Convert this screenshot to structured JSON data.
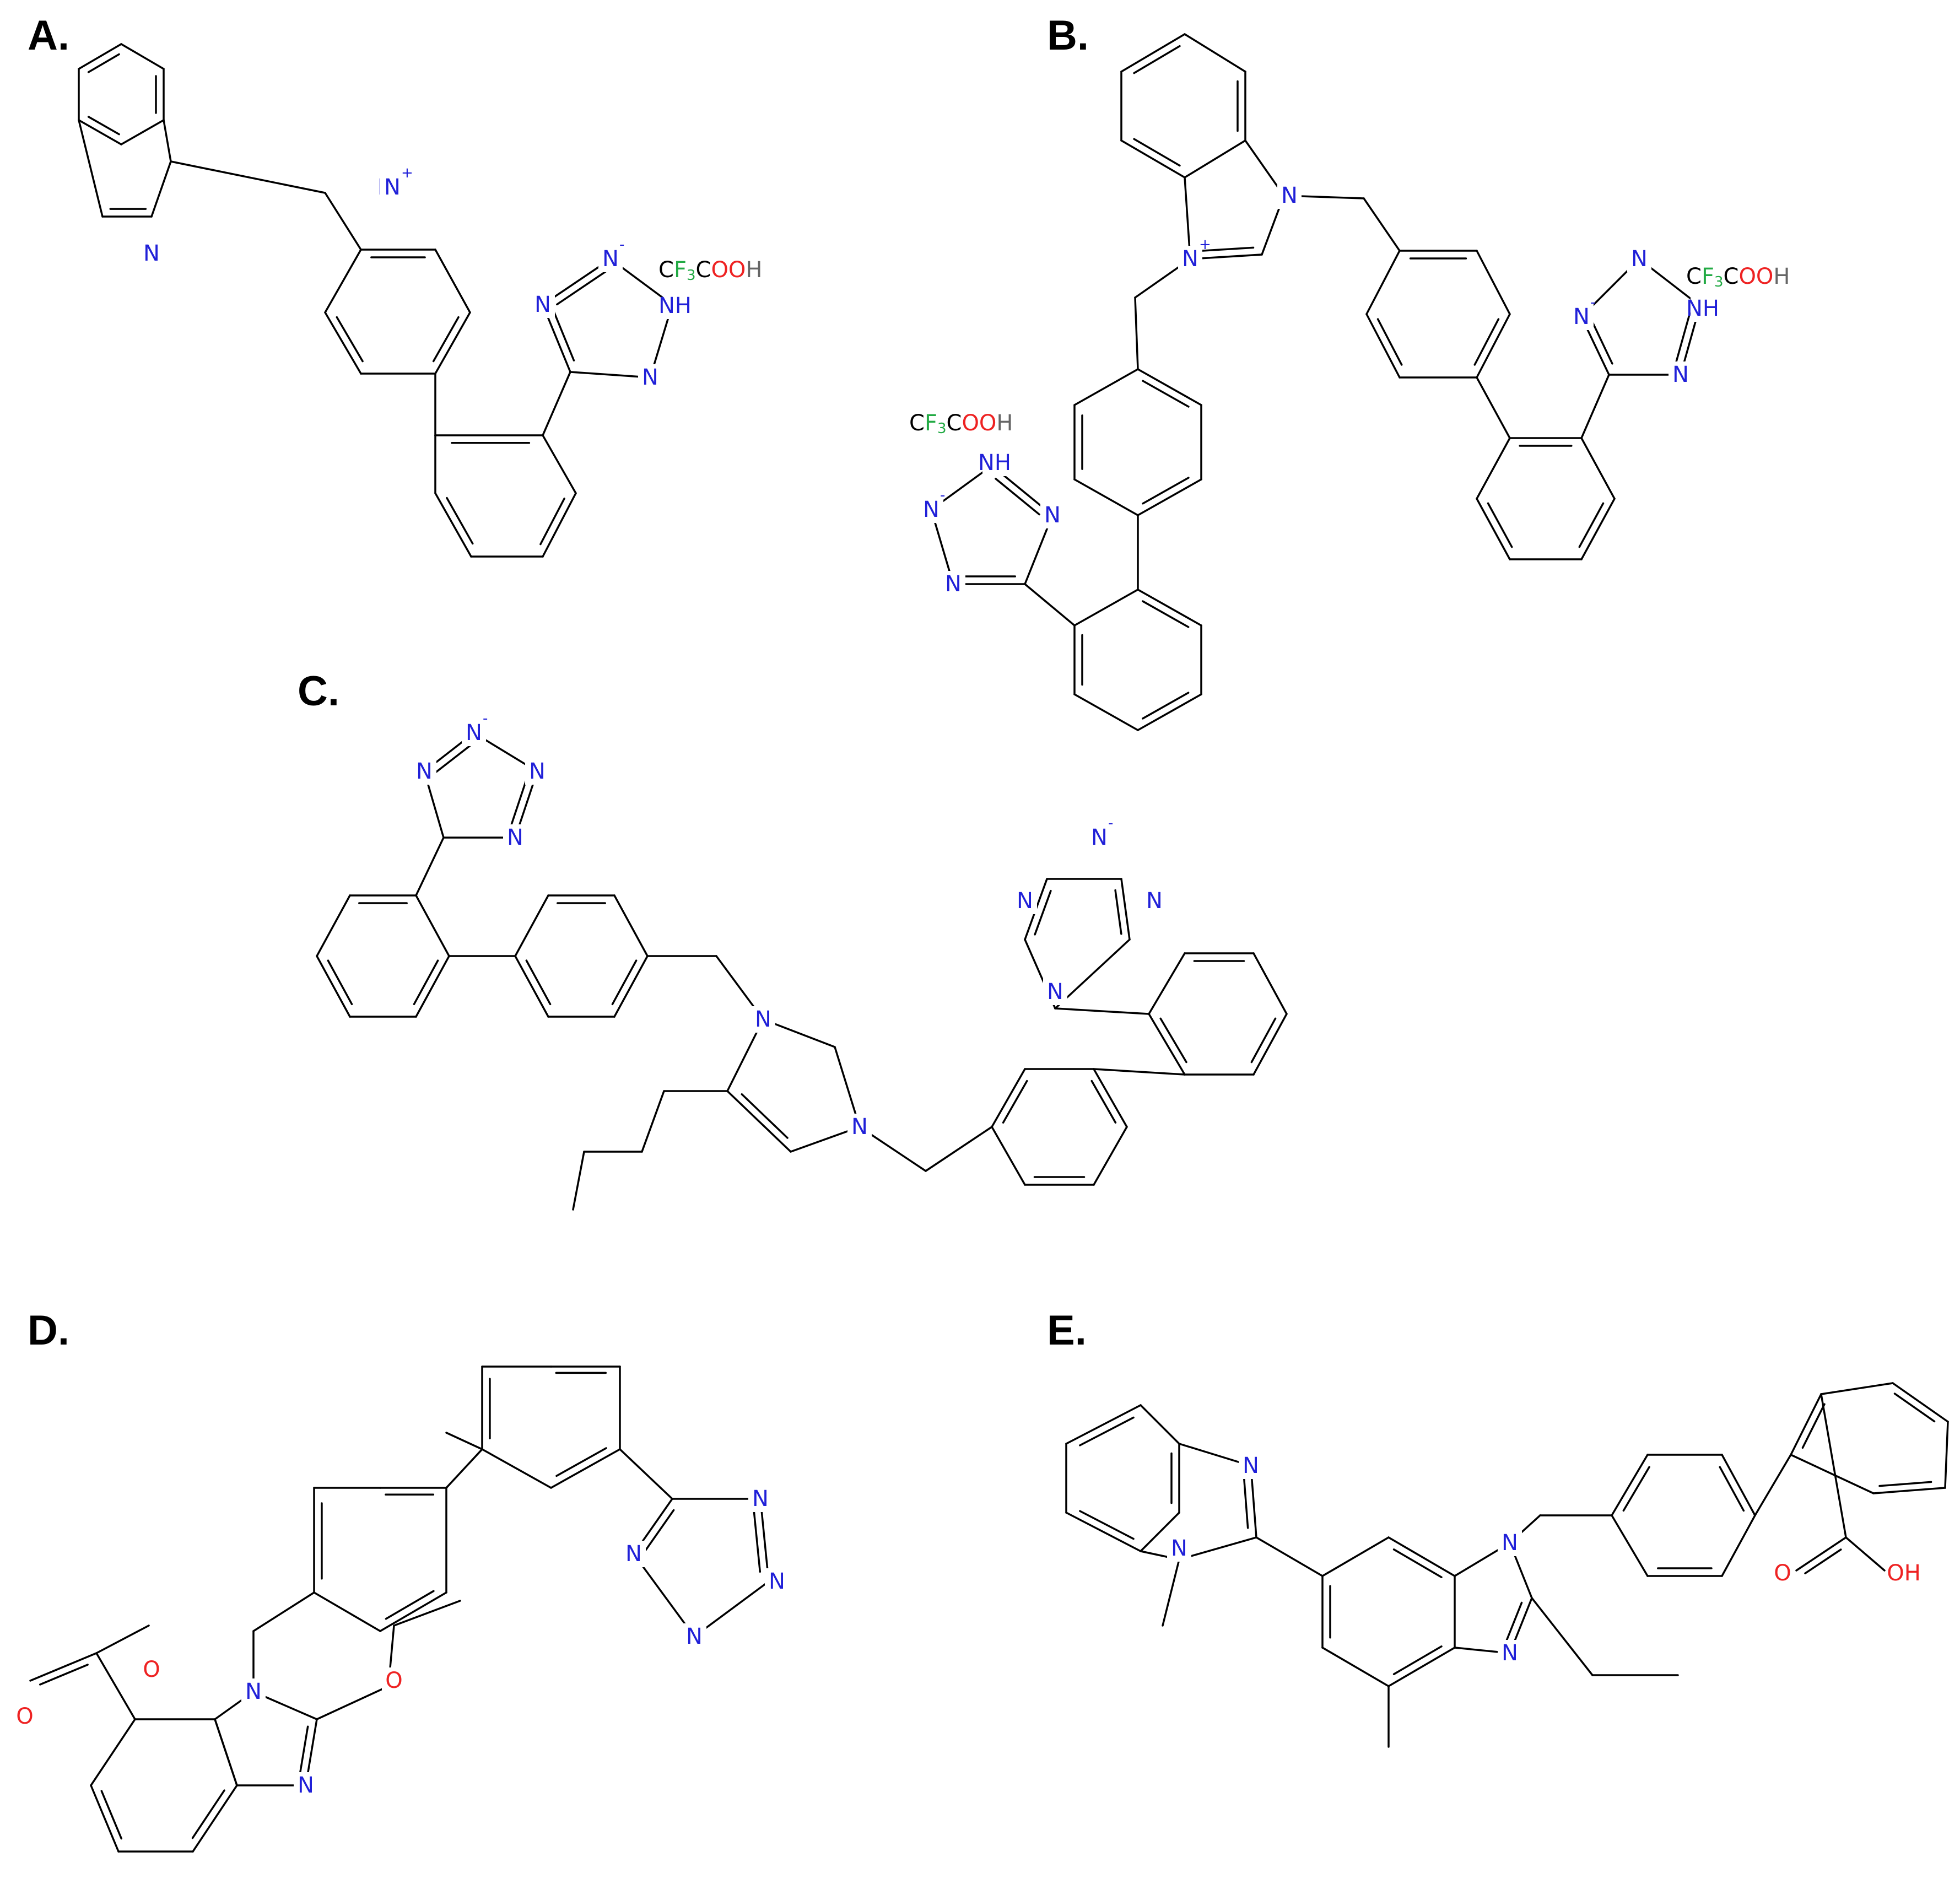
{
  "panels": [
    {
      "id": "A",
      "label": "A."
    },
    {
      "id": "B",
      "label": "B."
    },
    {
      "id": "C",
      "label": "C."
    },
    {
      "id": "D",
      "label": "D."
    },
    {
      "id": "E",
      "label": "E."
    }
  ],
  "atom_labels": {
    "N": "N",
    "NH": "NH",
    "O": "O",
    "OH": "OH",
    "plus": "+",
    "minus": "-"
  },
  "reagent": {
    "c1": "C",
    "f": "F",
    "three": "3",
    "c2": "C",
    "oo": "OO",
    "h": "H"
  },
  "colors": {
    "bond": "#000000",
    "nitrogen": "#2020d8",
    "oxygen": "#ee2222",
    "fluorine": "#22aa44",
    "hydrogen": "#666666",
    "carbon_label": "#000000"
  }
}
